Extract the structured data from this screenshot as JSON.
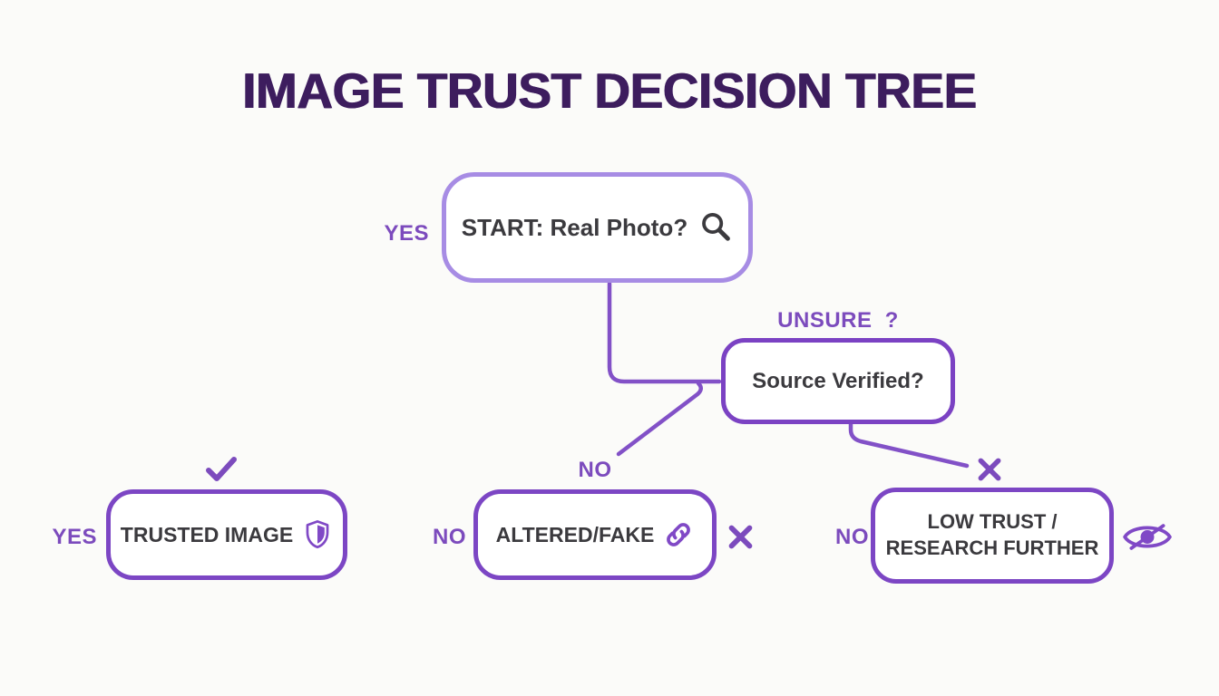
{
  "title": "IMAGE TRUST DECISION TREE",
  "nodes": {
    "start": {
      "label": "START: Real Photo?",
      "icon": "magnifier-icon",
      "branch_label": "YES"
    },
    "source": {
      "label": "Source Verified?",
      "top_label": "UNSURE ?"
    },
    "trusted": {
      "label": "TRUSTED IMAGE",
      "icon": "shield-icon",
      "branch_label": "YES",
      "top_mark": "check-mark"
    },
    "altered": {
      "label": "ALTERED/FAKE",
      "icon": "chain-link-icon",
      "branch_label": "NO",
      "top_label": "NO",
      "side_mark": "x-mark"
    },
    "lowtrust": {
      "label_line1": "LOW TRUST /",
      "label_line2": "RESEARCH FURTHER",
      "icon": "eye-off-icon",
      "branch_label": "NO",
      "top_mark": "x-mark"
    }
  },
  "colors": {
    "title_text": "#3d1d5e",
    "node_text": "#3b3a3e",
    "start_border": "#a78ce4",
    "node_border": "#7c46c4",
    "branch_label": "#7c4bbd",
    "connector": "#8251c7",
    "background": "#fbfbf9",
    "icon_purple": "#8049c6",
    "icon_dark": "#3b3a3e"
  }
}
